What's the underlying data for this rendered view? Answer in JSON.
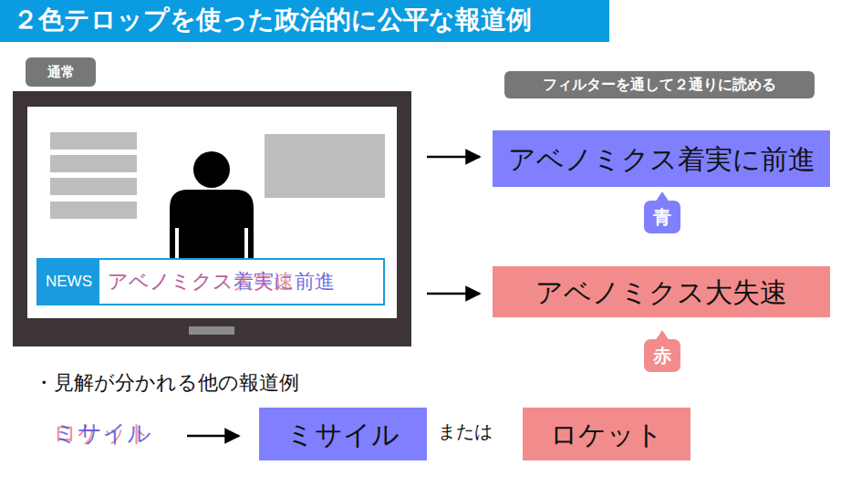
{
  "diagram": {
    "title": "２色テロップを使った政治的に公平な報道例",
    "nodes": [
      {
        "text": [
          "通常"
        ]
      },
      {
        "text": [
          "フィルターを通して２通りに読める"
        ]
      },
      {
        "text": [
          "アベノミクス着実に前進",
          "アベノミクス大失速"
        ]
      },
      {
        "text": [
          "NEWS"
        ],
        "in": 2
      },
      {
        "text": [
          "アベノミクス着実に前進"
        ]
      },
      {
        "text": [
          "青"
        ]
      },
      {
        "text": [
          "アベノミクス大失速"
        ]
      },
      {
        "text": [
          "赤"
        ]
      },
      {
        "text": [
          "ミサイル"
        ]
      },
      {
        "text": [
          "ロケット"
        ]
      }
    ],
    "labels": [
      "・見解が分かれる他の報道例",
      "ロケット",
      "ミサイル",
      "または"
    ]
  }
}
